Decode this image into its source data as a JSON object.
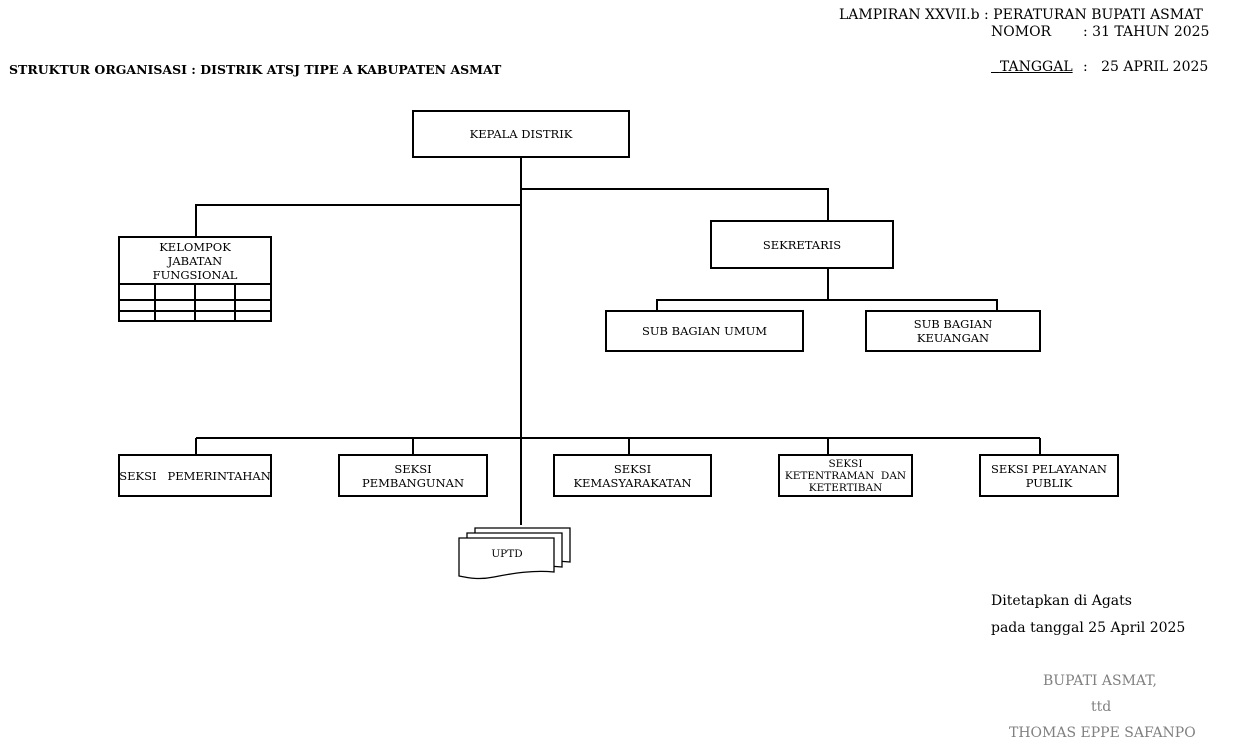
{
  "header": {
    "lampiran": "LAMPIRAN XXVII.b : PERATURAN BUPATI ASMAT",
    "nomor_label": "NOMOR",
    "nomor_value": ": 31 TAHUN 2025",
    "tanggal_label": "TANGGAL",
    "tanggal_value": ":   25 APRIL 2025"
  },
  "title": "STRUKTUR ORGANISASI : DISTRIK ATSJ TIPE A KABUPATEN ASMAT",
  "nodes": {
    "kepala": "KEPALA DISTRIK",
    "sekretaris": "SEKRETARIS",
    "jabatan_line1": "KELOMPOK",
    "jabatan_line2": "JABATAN FUNGSIONAL",
    "sub_umum": "SUB BAGIAN UMUM",
    "sub_keuangan_line1": "SUB BAGIAN",
    "sub_keuangan_line2": "KEUANGAN",
    "pemerintahan": "SEKSI   PEMERINTAHAN",
    "pembangunan": "SEKSI PEMBANGUNAN",
    "kemasyarakatan_line1": "SEKSI",
    "kemasyarakatan_line2": "KEMASYARAKATAN",
    "ketentraman_line1": "SEKSI",
    "ketentraman_line2": "KETENTRAMAN  DAN",
    "ketentraman_line3": "KETERTIBAN",
    "pelayanan_line1": "SEKSI PELAYANAN",
    "pelayanan_line2": "PUBLIK",
    "uptd": "UPTD"
  },
  "signature": {
    "place": "Ditetapkan di Agats",
    "date": "pada tanggal 25 April 2025",
    "office": "BUPATI ASMAT,",
    "ttd": "ttd",
    "name": "THOMAS EPPE SAFANPO"
  }
}
